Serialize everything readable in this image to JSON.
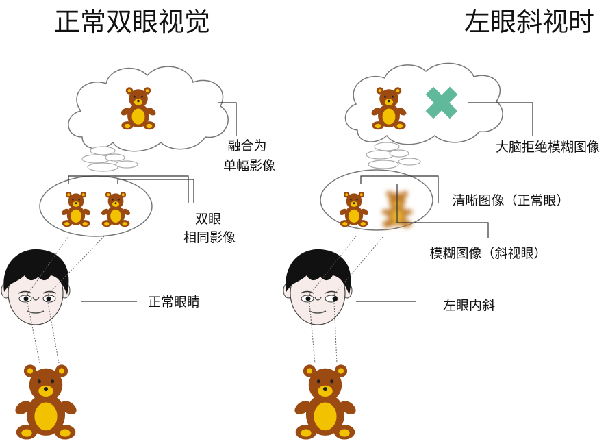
{
  "colors": {
    "bear_body": "#9b4a12",
    "bear_dark": "#6e3008",
    "bear_belly": "#f2c200",
    "rejected_x": "#5fb99a",
    "hair": "#111111",
    "skin": "#f7ecea",
    "line": "#333333",
    "cloud_stroke": "#777777"
  },
  "left_panel": {
    "title": "正常双眼视觉",
    "fusion_label_1": "融合为",
    "fusion_label_2": "单幅影像",
    "same_image_label_1": "双眼",
    "same_image_label_2": "相同影像",
    "eyes_label": "正常眼睛"
  },
  "right_panel": {
    "title": "左眼斜视时",
    "brain_reject_label": "大脑拒绝模糊图像",
    "clear_image_label": "清晰图像（正常眼）",
    "blurred_image_label": "模糊图像（斜视眼）",
    "eye_turn_label": "左眼内斜"
  }
}
